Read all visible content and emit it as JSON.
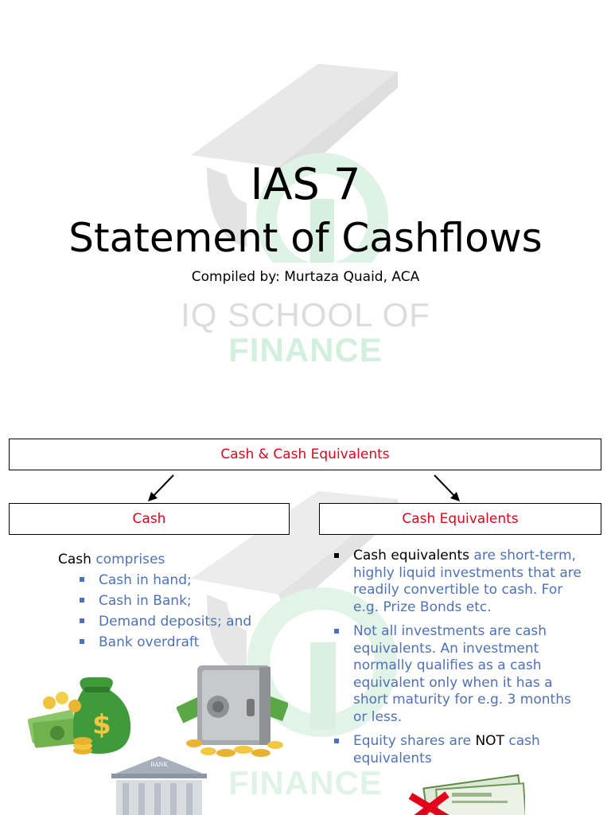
{
  "slide1": {
    "title_line1": "IAS 7",
    "title_line2": "Statement of Cashflows",
    "subtitle": "Compiled by: Murtaza Quaid, ACA",
    "watermark_line1": "IQ SCHOOL OF",
    "watermark_line2": "FINANCE"
  },
  "slide2": {
    "top_box": "Cash & Cash Equivalents",
    "cash_box": "Cash",
    "eq_box": "Cash Equivalents",
    "cash_intro_bold": "Cash",
    "cash_intro_rest": " comprises",
    "cash_items": [
      "Cash in hand;",
      "Cash in Bank;",
      "Demand deposits; and",
      "Bank overdraft"
    ],
    "eq1_bold": "Cash equivalents",
    "eq1_rest": " are short-term, highly liquid investments that are readily convertible to cash. For e.g. Prize Bonds etc.",
    "eq2": "Not all investments are cash equivalents. An investment normally qualifies as a cash equivalent only when it has a short maturity for e.g. 3 months or less.",
    "eq3_a": "Equity shares are ",
    "eq3_bold": "NOT",
    "eq3_b": " cash equivalents",
    "watermark_line2": "FINANCE",
    "bank_sign": "BANK",
    "colors": {
      "accent_red": "#e0001b",
      "text_blue": "#4e72b5",
      "money_green": "#3f9b3a"
    }
  }
}
